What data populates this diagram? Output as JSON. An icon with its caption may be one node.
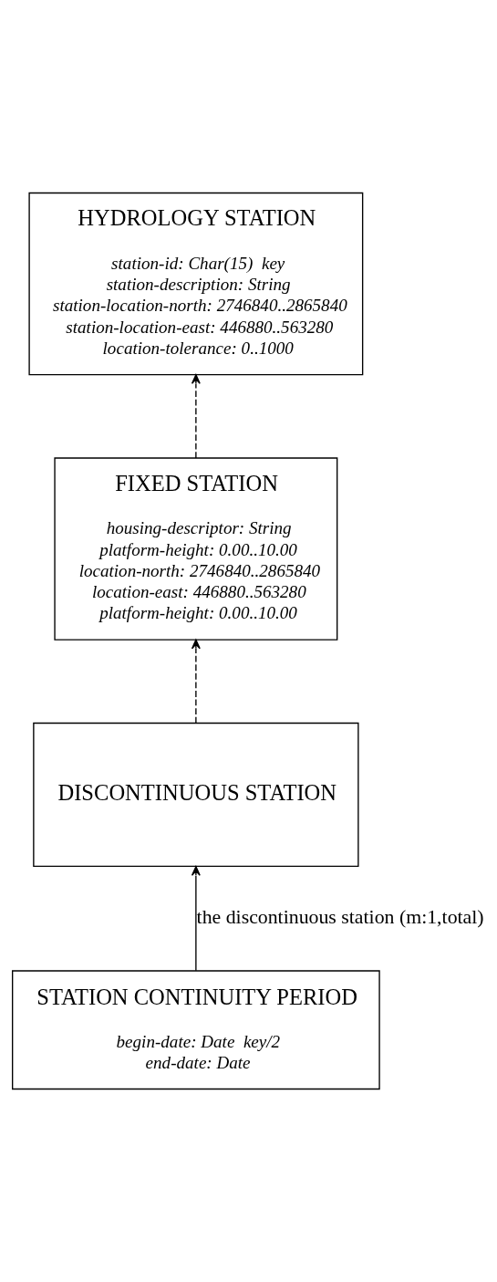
{
  "diagram": {
    "nodes": [
      {
        "text": [
          "HYDROLOGY STATION",
          "station-id: Char(15)  key",
          "station-description: String",
          "station-location-north: 2746840..2865840",
          "station-location-east: 446880..563280",
          "location-tolerance: 0..1000"
        ]
      },
      {
        "text": [
          "FIXED STATION",
          "housing-descriptor: String",
          "platform-height: 0.00..10.00",
          "location-north: 2746840..2865840",
          "location-east: 446880..563280",
          "platform-height: 0.00..10.00"
        ]
      },
      {
        "text": [
          "DISCONTINUOUS STATION"
        ]
      },
      {
        "text": [
          "STATION CONTINUITY PERIOD",
          "begin-date: Date  key/2",
          "end-date: Date"
        ]
      }
    ],
    "edges": [
      {
        "from": 1,
        "to": 0,
        "arrow": "to",
        "style": "dashed"
      },
      {
        "from": 2,
        "to": 1,
        "arrow": "to",
        "style": "dashed"
      },
      {
        "from": 3,
        "to": 2,
        "arrow": "to",
        "label": "the discontinuous station (m:1,total)"
      }
    ]
  }
}
